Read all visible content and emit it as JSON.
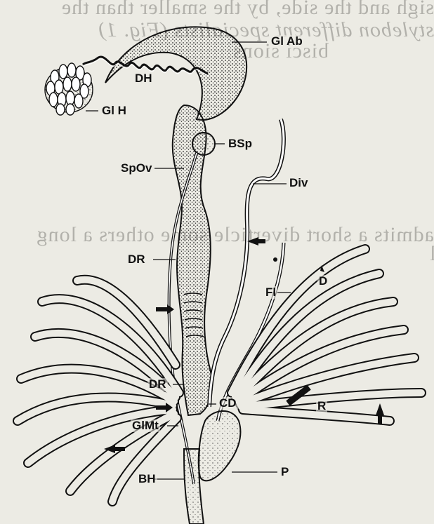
{
  "labels": {
    "gl_ab": "Gl Ab",
    "dh": "DH",
    "gl_h": "Gl H",
    "b_sp": "BSp",
    "sp_ov": "SpOv",
    "div": "Div",
    "dr_upper": "DR",
    "fl": "Fl",
    "d": "D",
    "dr_lower": "DR",
    "cd": "CD",
    "r": "R",
    "gl_mt": "GlMt",
    "p": "P",
    "bh": "BH"
  },
  "background_text": [
    "sigh and the side, by the smaller than the",
    "stylebon different specialists (Fig. 1)",
    "bisci sions",
    "The genital",
    "admits a short diverticle some others a long"
  ],
  "colors": {
    "paper": "#ecebe4",
    "ink": "#111111",
    "stipple": "#2a2a2a"
  }
}
